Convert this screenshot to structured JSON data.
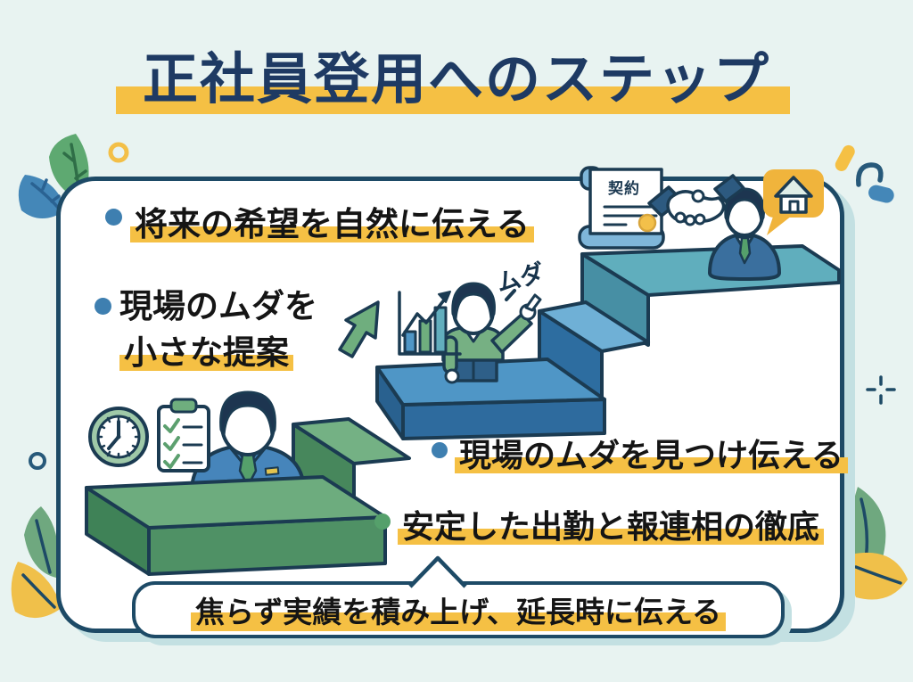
{
  "title": {
    "text": "正社員登用へのステップ"
  },
  "bullets": {
    "b1": "将来の希望を自然に伝える",
    "b2_line1": "現場のムダを",
    "b2_line2": "小さな提案",
    "b3": "現場のムダを見つけ伝える",
    "b4": "安定した出勤と報連相の徹底"
  },
  "banner": {
    "text": "焦らず実績を積み上げ、延長時に伝える"
  },
  "labels": {
    "muda": "ムダ",
    "contract": "契約"
  },
  "icons": [
    "clock-icon",
    "checklist-icon",
    "growth-arrow-icon",
    "bar-chart-icon",
    "contract-icon",
    "handshake-icon",
    "home-speech-bubble-icon"
  ],
  "palette": {
    "background": "#e8f3f1",
    "outline": "#1b3b52",
    "panel_border": "#1d4a66",
    "title_navy": "#1e3a63",
    "highlight_yellow": "#f5c044",
    "step_green_top": "#6dac7e",
    "step_green_front": "#4f9165",
    "step_blue_top": "#4f96c6",
    "step_blue_front": "#2e6b9e",
    "step_teal_top": "#60aebd",
    "step_teal_side": "#478fa4",
    "bullet_blue": "#3e7fb0",
    "bullet_green": "#55a06b",
    "suit_blue": "#4685bb",
    "sweater_green": "#76b083",
    "tie_green": "#55a06b",
    "hair_navy": "#1d3550",
    "bubble_yellow": "#f0b43c",
    "scroll_blue": "#7fb6d9"
  }
}
